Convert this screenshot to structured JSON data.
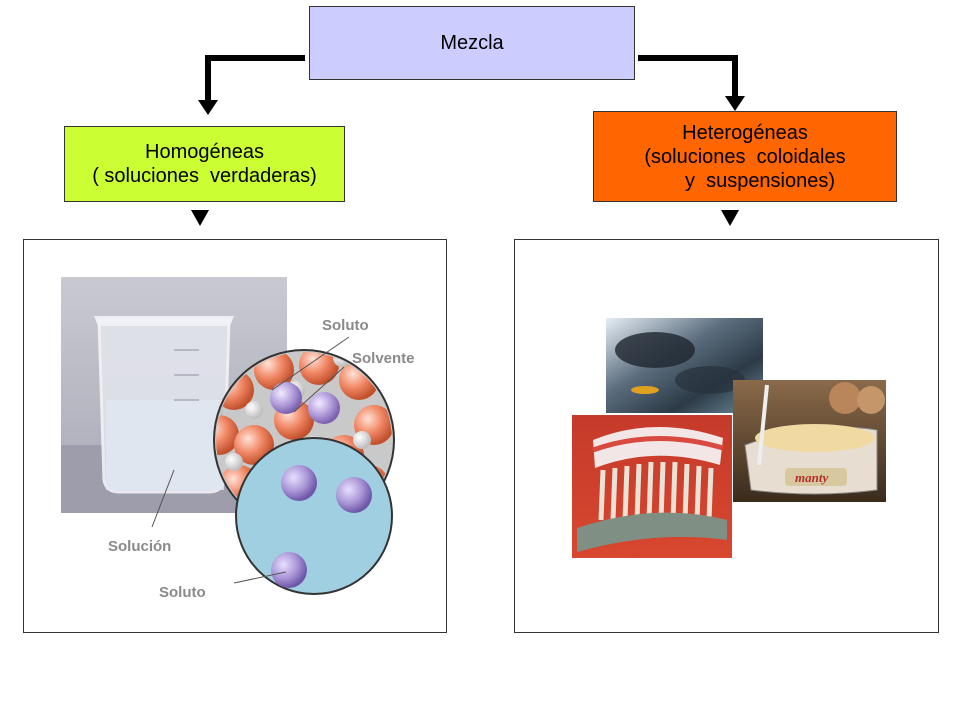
{
  "root": {
    "label": "Mezcla",
    "color": "#ccccff"
  },
  "left": {
    "lines": [
      "Homogéneas",
      "( soluciones  verdaderas)"
    ],
    "color": "#ccff33"
  },
  "right": {
    "lines": [
      "Heterogéneas",
      "(soluciones  coloidales",
      "y  suspensiones)"
    ],
    "color": "#ff6600"
  },
  "left_panel": {
    "labels": {
      "soluto_top": "Soluto",
      "solvente": "Solvente",
      "solucion": "Solución",
      "soluto_bottom": "Soluto"
    },
    "image_names": [
      "beaker-photo",
      "molecule-zoom",
      "solute-zoom"
    ]
  },
  "right_panel": {
    "image_names": [
      "oil-spill-photo",
      "toothpaste-photo",
      "margarine-photo"
    ]
  }
}
